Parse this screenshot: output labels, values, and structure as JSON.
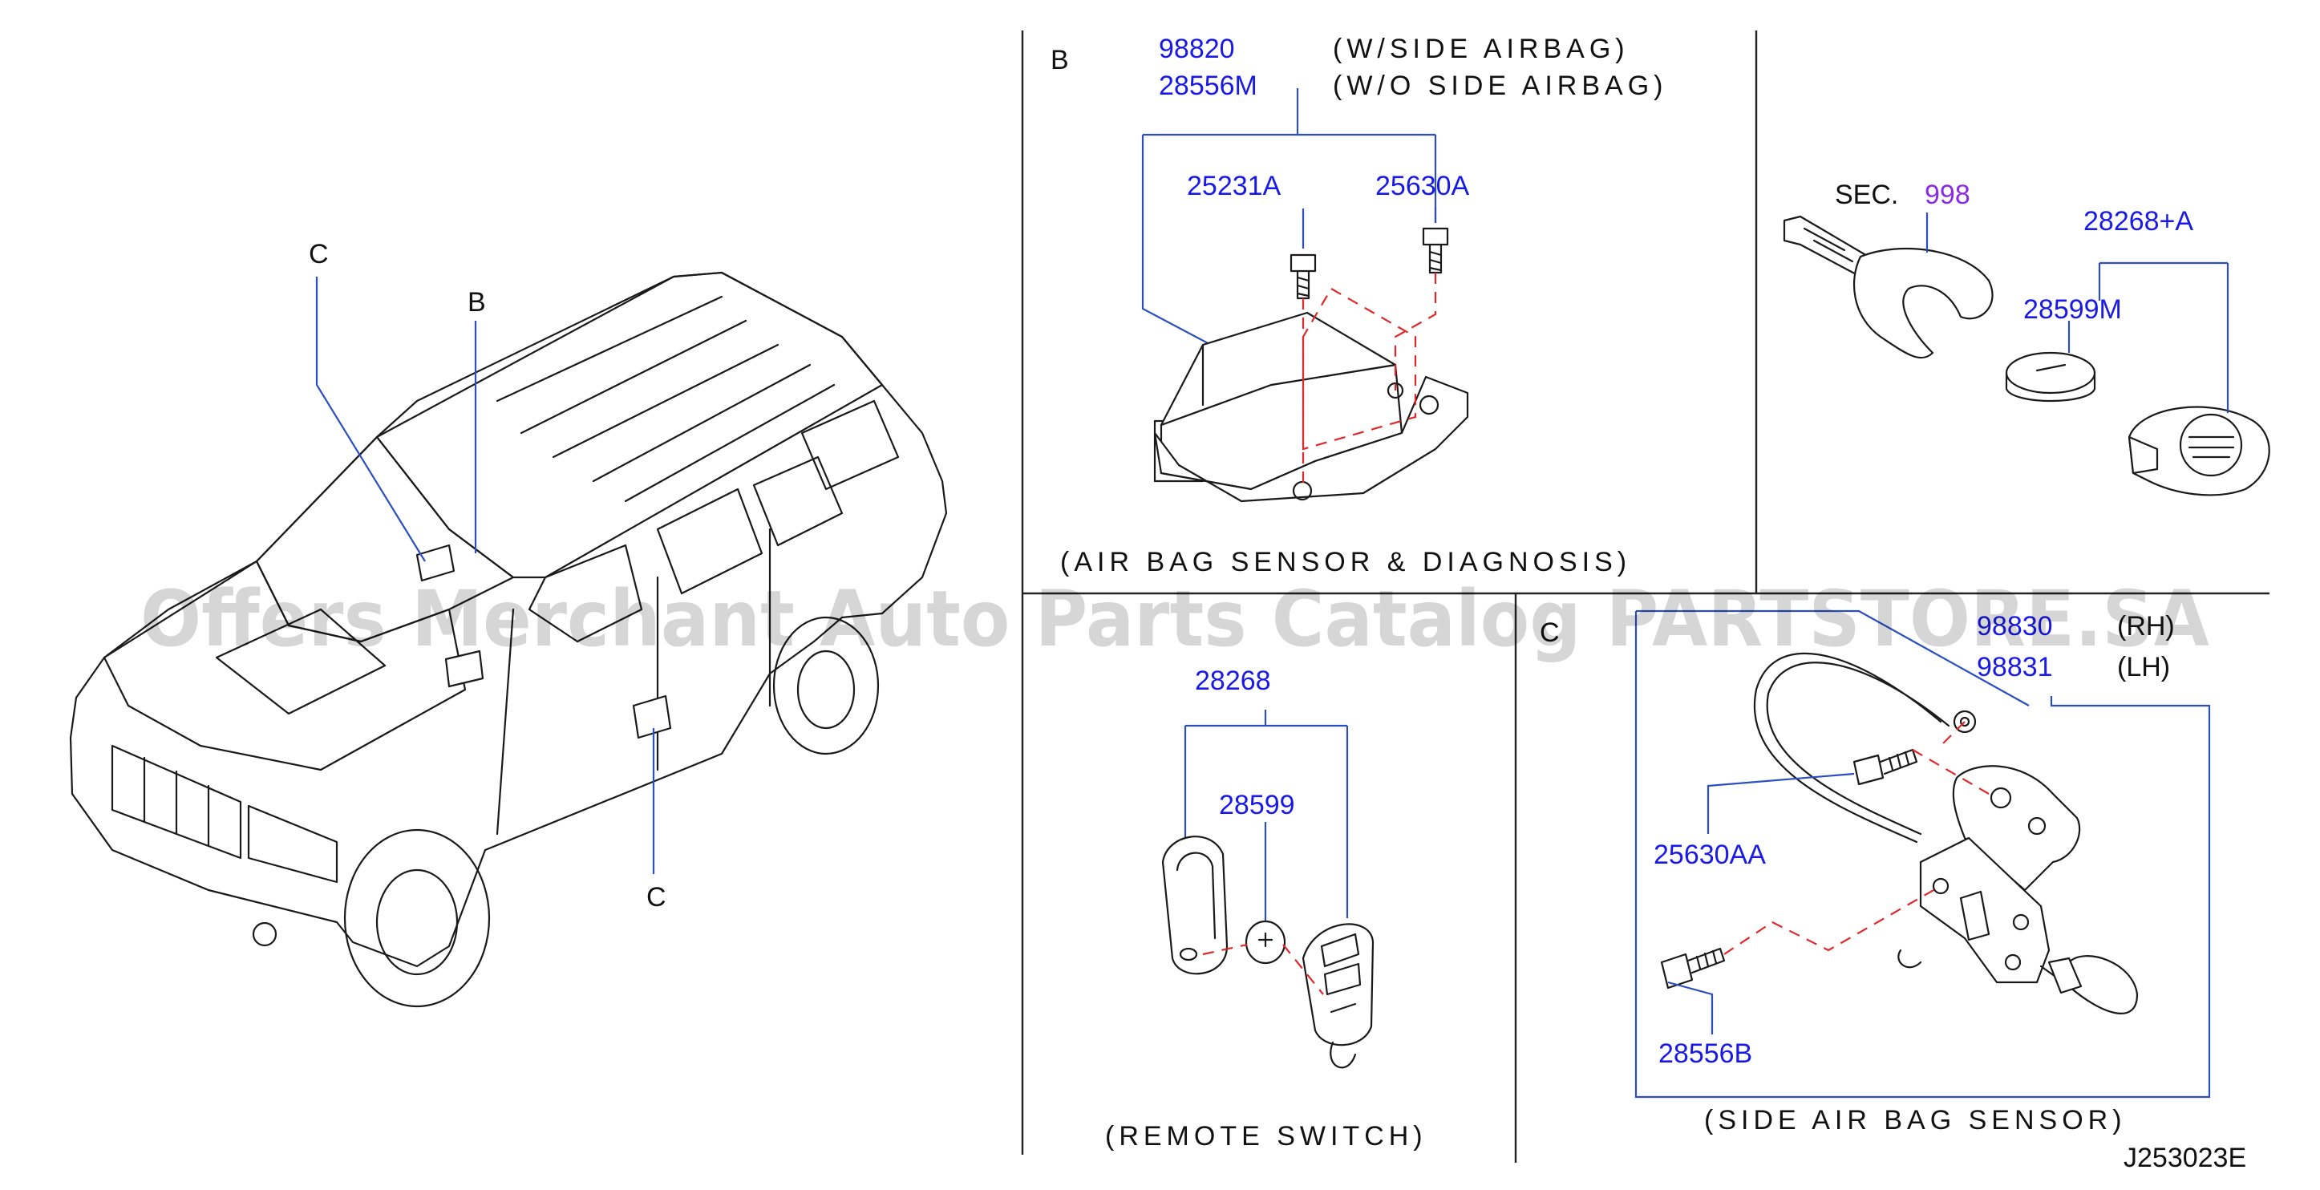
{
  "callouts": {
    "vehicle_c_top": "C",
    "vehicle_b": "B",
    "vehicle_c_bottom": "C"
  },
  "panel_b": {
    "letter": "B",
    "part_98820": "98820",
    "part_98820_note": "(W/SIDE  AIRBAG)",
    "part_28556m": "28556M",
    "part_28556m_note": "(W/O  SIDE  AIRBAG)",
    "part_25231a": "25231A",
    "part_25630a": "25630A",
    "caption": "(AIR  BAG  SENSOR  &  DIAGNOSIS)"
  },
  "panel_key": {
    "sec_label": "SEC.",
    "sec_number": "998",
    "part_28268a": "28268+A",
    "part_28599m": "28599M"
  },
  "panel_remote": {
    "part_28268": "28268",
    "part_28599": "28599",
    "caption": "(REMOTE  SWITCH)"
  },
  "panel_c": {
    "letter": "C",
    "part_98830": "98830",
    "part_98830_note": "(RH)",
    "part_98831": "98831",
    "part_98831_note": "(LH)",
    "part_25630aa": "25630AA",
    "part_28556b": "28556B",
    "caption": "(SIDE  AIR  BAG  SENSOR)"
  },
  "diagram_code": "J253023E",
  "watermark": "Offers Merchant Auto Parts Catalog PARTSTORE.SA",
  "colors": {
    "part_number": "#1a1ae6",
    "section_ref": "#8a2be2",
    "dashed_guides": "#e0282a",
    "leader_lines": "#2b4fbf"
  }
}
